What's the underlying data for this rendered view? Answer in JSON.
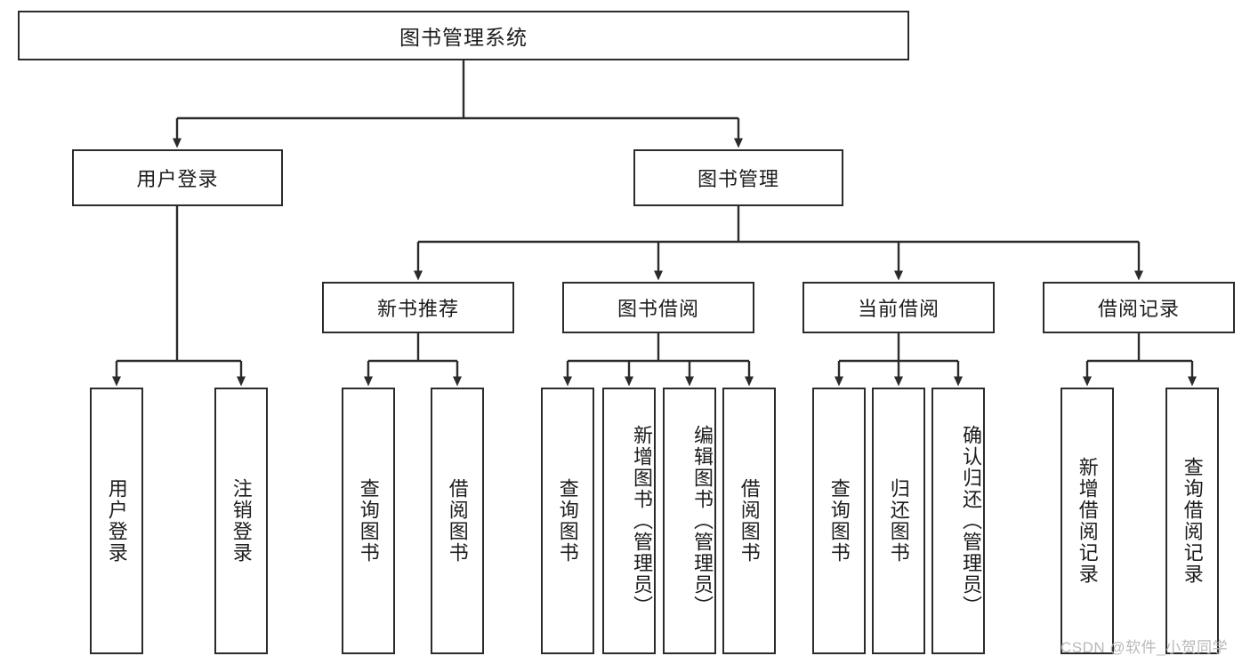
{
  "diagram": {
    "type": "tree-flowchart",
    "title": "图书管理系统",
    "root": {
      "id": "root",
      "label": "图书管理系统"
    },
    "level2": [
      {
        "id": "user-login",
        "label": "用户登录"
      },
      {
        "id": "book-manage",
        "label": "图书管理"
      }
    ],
    "level3": [
      {
        "id": "new-book-rec",
        "label": "新书推荐",
        "parent": "book-manage"
      },
      {
        "id": "book-borrow",
        "label": "图书借阅",
        "parent": "book-manage"
      },
      {
        "id": "current-borrow",
        "label": "当前借阅",
        "parent": "book-manage"
      },
      {
        "id": "borrow-record",
        "label": "借阅记录",
        "parent": "book-manage"
      }
    ],
    "leaves": [
      {
        "id": "leaf-user-login",
        "label": "用户登录",
        "parent": "user-login"
      },
      {
        "id": "leaf-logout",
        "label": "注销登录",
        "parent": "user-login"
      },
      {
        "id": "leaf-query-book-1",
        "label": "查询图书",
        "parent": "new-book-rec"
      },
      {
        "id": "leaf-borrow-book-1",
        "label": "借阅图书",
        "parent": "new-book-rec"
      },
      {
        "id": "leaf-query-book-2",
        "label": "查询图书",
        "parent": "book-borrow"
      },
      {
        "id": "leaf-add-book",
        "label": "新增图书（管理员）",
        "parent": "book-borrow"
      },
      {
        "id": "leaf-edit-book",
        "label": "编辑图书（管理员）",
        "parent": "book-borrow"
      },
      {
        "id": "leaf-borrow-book-2",
        "label": "借阅图书",
        "parent": "book-borrow"
      },
      {
        "id": "leaf-query-book-3",
        "label": "查询图书",
        "parent": "current-borrow"
      },
      {
        "id": "leaf-return-book",
        "label": "归还图书",
        "parent": "current-borrow"
      },
      {
        "id": "leaf-confirm-return",
        "label": "确认归还（管理员）",
        "parent": "current-borrow"
      },
      {
        "id": "leaf-add-record",
        "label": "新增借阅记录",
        "parent": "borrow-record"
      },
      {
        "id": "leaf-query-record",
        "label": "查询借阅记录",
        "parent": "borrow-record"
      }
    ],
    "colors": {
      "stroke": "#2b2b2b",
      "fill": "#ffffff",
      "text": "#1c1c1c",
      "watermark": "#b9b9b9"
    }
  },
  "watermark": {
    "text": "CSDN @软件_小贺同学"
  }
}
